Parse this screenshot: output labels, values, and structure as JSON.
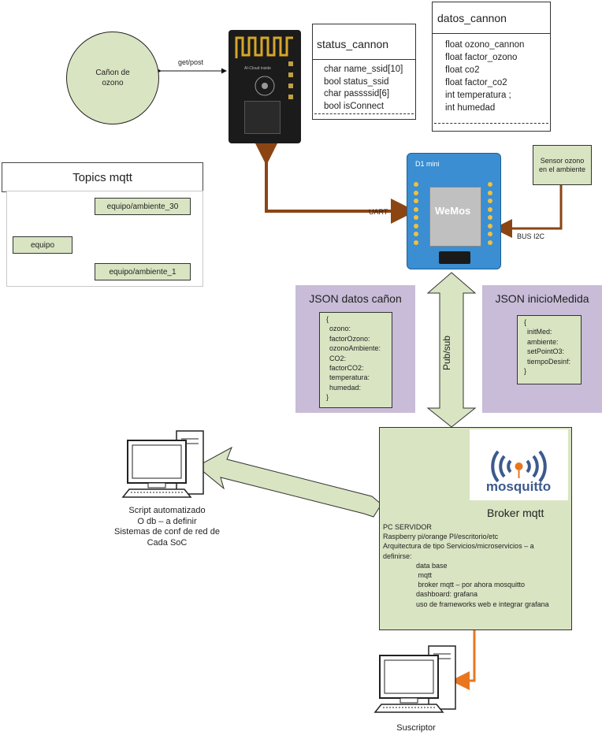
{
  "cannon": {
    "label": "Cañon de ozono"
  },
  "connections": {
    "get_post": "get/post",
    "uart": "UART",
    "bus_i2c": "BUS I2C",
    "pub_sub": "Pub/sub"
  },
  "status_cannon": {
    "title": "status_cannon",
    "fields": [
      "char name_ssid[10]",
      "bool status_ssid",
      "char passssid[6]",
      "bool isConnect"
    ]
  },
  "datos_cannon": {
    "title": "datos_cannon",
    "fields": [
      "float ozono_cannon",
      "float factor_ozono",
      "float co2",
      "float factor_co2",
      "int temperatura ;",
      "int humedad"
    ]
  },
  "topics": {
    "title": "Topics mqtt",
    "root": "equipo",
    "children": [
      "equipo/ambiente_30",
      "equipo/ambiente_1"
    ]
  },
  "esp01": {
    "label": "AI-Cloud inside"
  },
  "wemos": {
    "brand": "WeMos",
    "model": "D1 mini"
  },
  "sensor": {
    "label": "Sensor ozono en el ambiente"
  },
  "json_datos": {
    "title": "JSON datos cañon",
    "open": "{",
    "fields": [
      "ozono:",
      "factorOzono:",
      "ozonoAmbiente:",
      "CO2:",
      "factorCO2:",
      "temperatura:",
      "humedad:"
    ],
    "close": "}"
  },
  "json_inicio": {
    "title": "JSON inicioMedida",
    "open": "{",
    "fields": [
      "initMed:",
      "ambiente:",
      "setPointO3:",
      "tiempoDesinf:"
    ],
    "close": "}"
  },
  "broker": {
    "logo_text": "mosquitto",
    "title": "Broker mqtt",
    "lines": [
      "PC SERVIDOR",
      "Raspberry pi/orange PI/escritorio/etc",
      "Arquitectura de tipo Servicios/microservicios – a",
      "definirse:"
    ],
    "items": [
      "data base",
      " mqtt",
      " broker mqtt – por ahora mosquitto",
      "dashboard: grafana",
      "uso de frameworks web e integrar grafana"
    ]
  },
  "script_pc": {
    "caption": [
      "Script automatizado",
      "O db – a definir",
      "Sistemas de conf de red de",
      "Cada SoC"
    ]
  },
  "subscriber_pc": {
    "caption": "Suscriptor"
  },
  "colors": {
    "olive_fill": "#d9e4c2",
    "purple_panel": "#c8bcd8",
    "brown_arrow": "#8b4513",
    "orange_arrow": "#e8761e",
    "tree_connector": "#5b3a7a",
    "wemos_blue": "#3a8ed1"
  }
}
